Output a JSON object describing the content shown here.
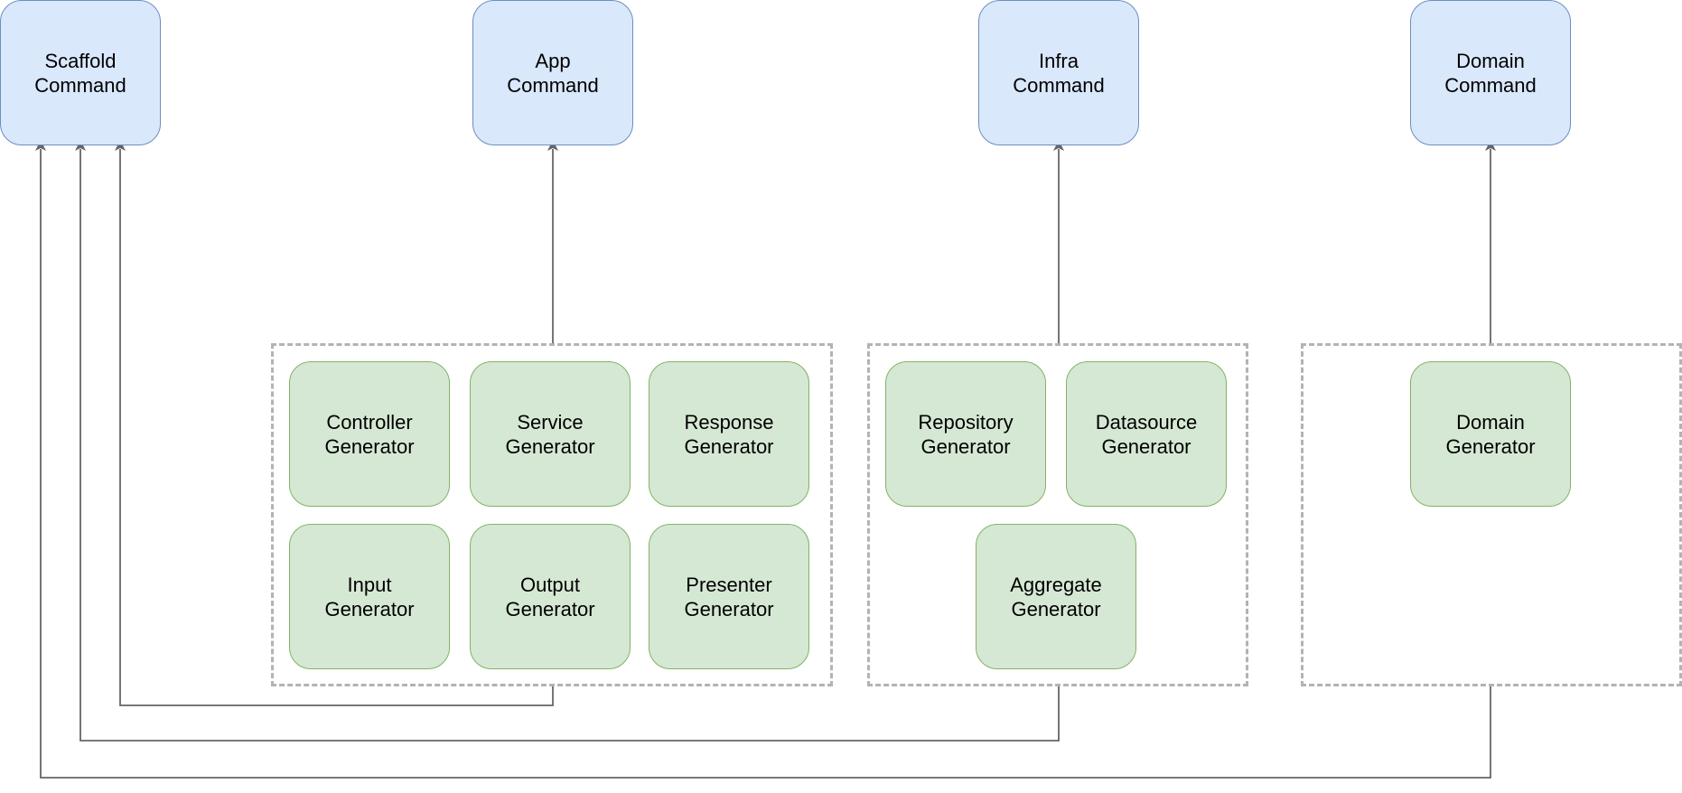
{
  "commands": {
    "scaffold": "Scaffold\nCommand",
    "app": "App\nCommand",
    "infra": "Infra\nCommand",
    "domain": "Domain\nCommand"
  },
  "generators": {
    "controller": "Controller\nGenerator",
    "service": "Service\nGenerator",
    "response": "Response\nGenerator",
    "input": "Input\nGenerator",
    "output": "Output\nGenerator",
    "presenter": "Presenter\nGenerator",
    "repository": "Repository\nGenerator",
    "datasource": "Datasource\nGenerator",
    "aggregate": "Aggregate\nGenerator",
    "domain": "Domain\nGenerator"
  },
  "colors": {
    "command_fill": "#dae8fc",
    "command_stroke": "#6c8ebf",
    "generator_fill": "#d5e8d4",
    "generator_stroke": "#82b366",
    "group_stroke": "#b3b3b3",
    "edge": "#666666"
  }
}
